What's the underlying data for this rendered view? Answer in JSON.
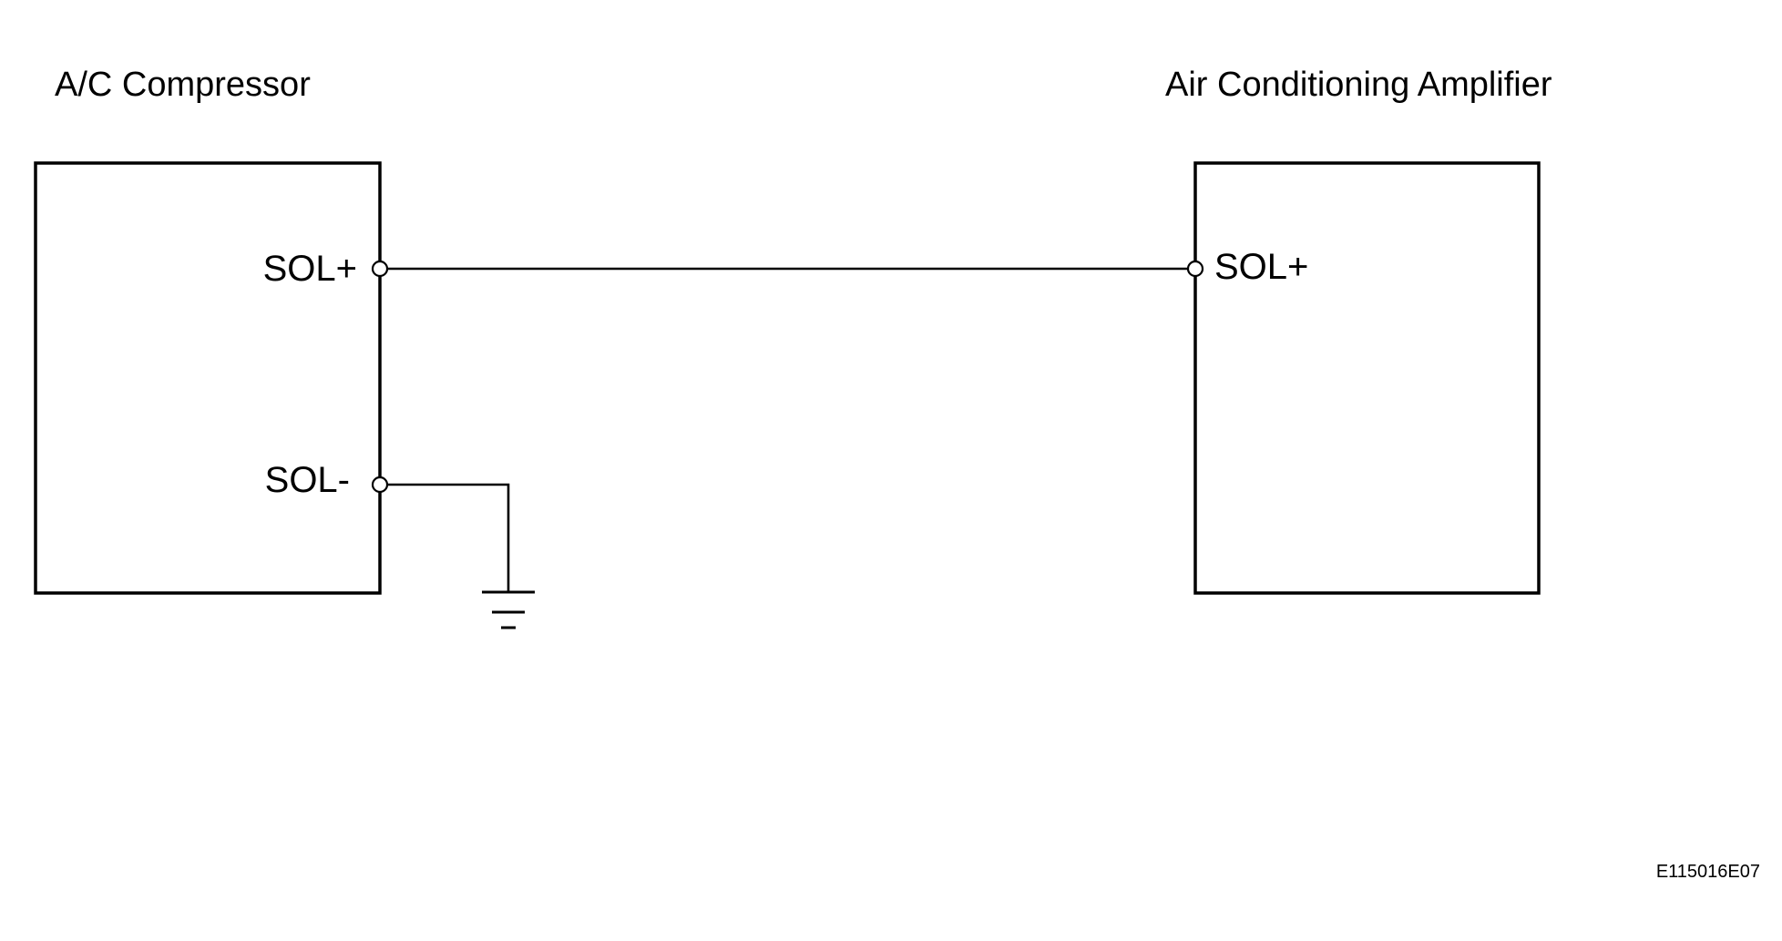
{
  "components": {
    "compressor": {
      "title": "A/C Compressor",
      "pin_top": "SOL+",
      "pin_bottom": "SOL-"
    },
    "amplifier": {
      "title": "Air Conditioning Amplifier",
      "pin": "SOL+"
    }
  },
  "reference_code": "E115016E07",
  "icons": {
    "ground": "ground-symbol-icon",
    "terminal": "terminal-circle-icon"
  }
}
